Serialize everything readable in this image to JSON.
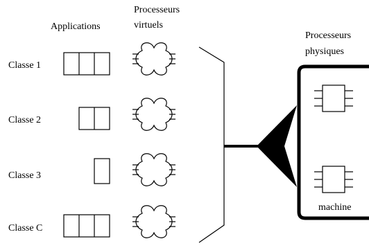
{
  "headers": {
    "applications": "Applications",
    "virtual_line1": "Processeurs",
    "virtual_line2": "virtuels",
    "physical_line1": "Processeurs",
    "physical_line2": "physiques"
  },
  "classes": [
    {
      "label": "Classe 1",
      "app_cells": 3
    },
    {
      "label": "Classe 2",
      "app_cells": 2
    },
    {
      "label": "Classe 3",
      "app_cells": 1
    },
    {
      "label": "Classe C",
      "app_cells": 3
    }
  ],
  "machine": {
    "label": "machine",
    "processor_count": 2
  }
}
